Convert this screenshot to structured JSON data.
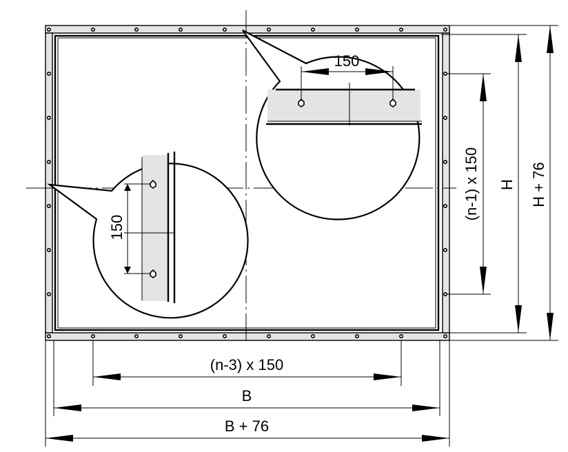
{
  "labels": {
    "detail_top_spacing": "150",
    "detail_left_spacing": "150",
    "vertical_bolt_span": "(n-1) x 150",
    "height_inner": "H",
    "height_outer": "H + 76",
    "horizontal_bolt_span": "(n-3) x 150",
    "width_inner": "B",
    "width_outer": "B + 76"
  }
}
